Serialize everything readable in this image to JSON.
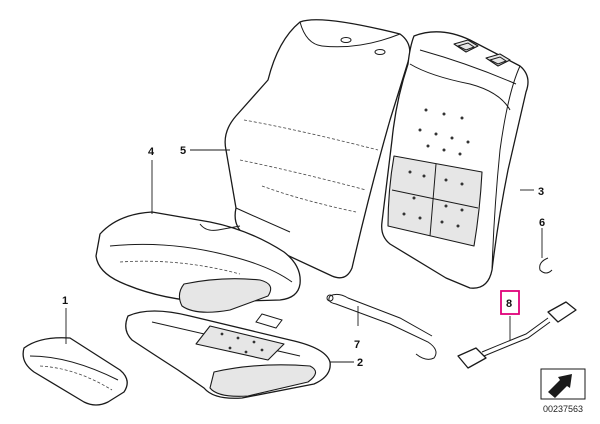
{
  "callouts": {
    "c1": "1",
    "c2": "2",
    "c3": "3",
    "c4": "4",
    "c5": "5",
    "c6": "6",
    "c7": "7",
    "c8": "8"
  },
  "diagram_ref": "00237563",
  "colors": {
    "line": "#1a1a1a",
    "highlight": "#e0007a",
    "shade": "#e6e6e6"
  }
}
